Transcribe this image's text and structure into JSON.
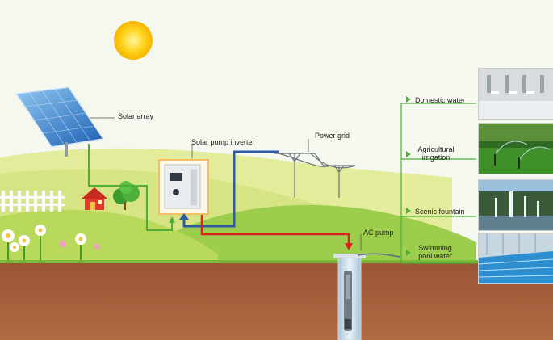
{
  "labels": {
    "solar_array": "Solar array",
    "solar_pump_inverter": "Solar pump inverter",
    "power_grid": "Power grid",
    "ac_pump": "AC pump"
  },
  "applications": [
    {
      "label": "Domestic water",
      "icon": "domestic-water-image"
    },
    {
      "label": "Agricultural irrigation",
      "label_line1": "Agricultural",
      "label_line2": "irrigation",
      "icon": "irrigation-image"
    },
    {
      "label": "Scenic fountain",
      "icon": "fountain-image"
    },
    {
      "label": "Swimming pool water",
      "label_line1": "Swimming",
      "label_line2": "pool water",
      "icon": "pool-image"
    }
  ],
  "colors": {
    "sky": "#f4f7ec",
    "sun": "#ffd21a",
    "grass_light": "#d8e580",
    "grass_dark": "#8cc63f",
    "soil": "#a5603d",
    "dc_wire": "#2f5aa8",
    "ac_wire": "#e02020",
    "green_wire": "#4fae3a",
    "inverter_frame": "#f3b04a"
  }
}
